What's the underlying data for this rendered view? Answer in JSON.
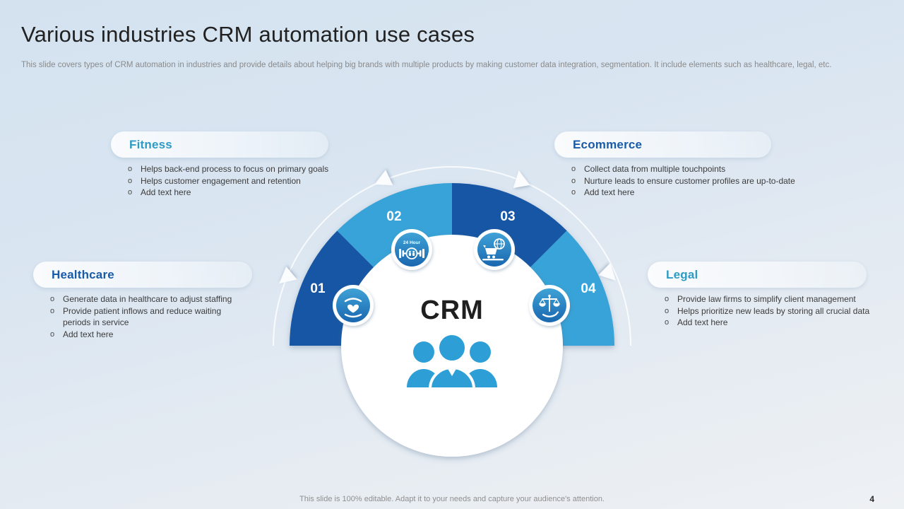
{
  "slide": {
    "title": "Various industries CRM automation use cases",
    "subtitle": "This slide covers types of CRM automation in industries and provide details about helping big brands with multiple products by making customer data integration, segmentation. It include elements such as healthcare, legal, etc.",
    "footer": "This slide is 100% editable. Adapt it to your needs and capture your audience's attention.",
    "page_number": "4"
  },
  "sections": [
    {
      "title": "Fitness",
      "title_color": "#2e9bc5",
      "bullets": [
        "Helps back-end process to focus on primary goals",
        "Helps customer engagement and retention",
        "Add text here"
      ]
    },
    {
      "title": "Ecommerce",
      "title_color": "#1a5ba8",
      "bullets": [
        "Collect data from multiple touchpoints",
        "Nurture leads to ensure customer profiles are up-to-date",
        "Add text here"
      ]
    },
    {
      "title": "Healthcare",
      "title_color": "#1a5ba8",
      "bullets": [
        "Generate data in healthcare to adjust staffing",
        "Provide patient inflows and reduce waiting periods in service",
        "Add text here"
      ]
    },
    {
      "title": "Legal",
      "title_color": "#2e9bc5",
      "bullets": [
        "Provide law firms to simplify client management",
        "Helps prioritize new leads by storing all crucial data",
        "Add text here"
      ]
    }
  ],
  "diagram": {
    "center_label": "CRM",
    "center_icon": "team-people-icon",
    "segments": [
      {
        "number": "01",
        "industry": "Healthcare",
        "icon": "care-hands-heart-icon",
        "color": "#1656a4"
      },
      {
        "number": "02",
        "industry": "Fitness",
        "icon": "dumbbell-24-hour-icon",
        "icon_text": "24 Hour",
        "color": "#38a3d8"
      },
      {
        "number": "03",
        "industry": "Ecommerce",
        "icon": "online-shopping-cart-icon",
        "color": "#1656a4"
      },
      {
        "number": "04",
        "industry": "Legal",
        "icon": "justice-scales-hand-icon",
        "color": "#38a3d8"
      }
    ]
  },
  "colors": {
    "dark_blue": "#1656a4",
    "light_blue": "#38a3d8",
    "people_blue": "#2d9fd6",
    "teal_heading": "#2e9bc5",
    "blue_heading": "#1a5ba8",
    "background_top": "#d4e2f0",
    "background_bottom": "#eef1f4"
  }
}
